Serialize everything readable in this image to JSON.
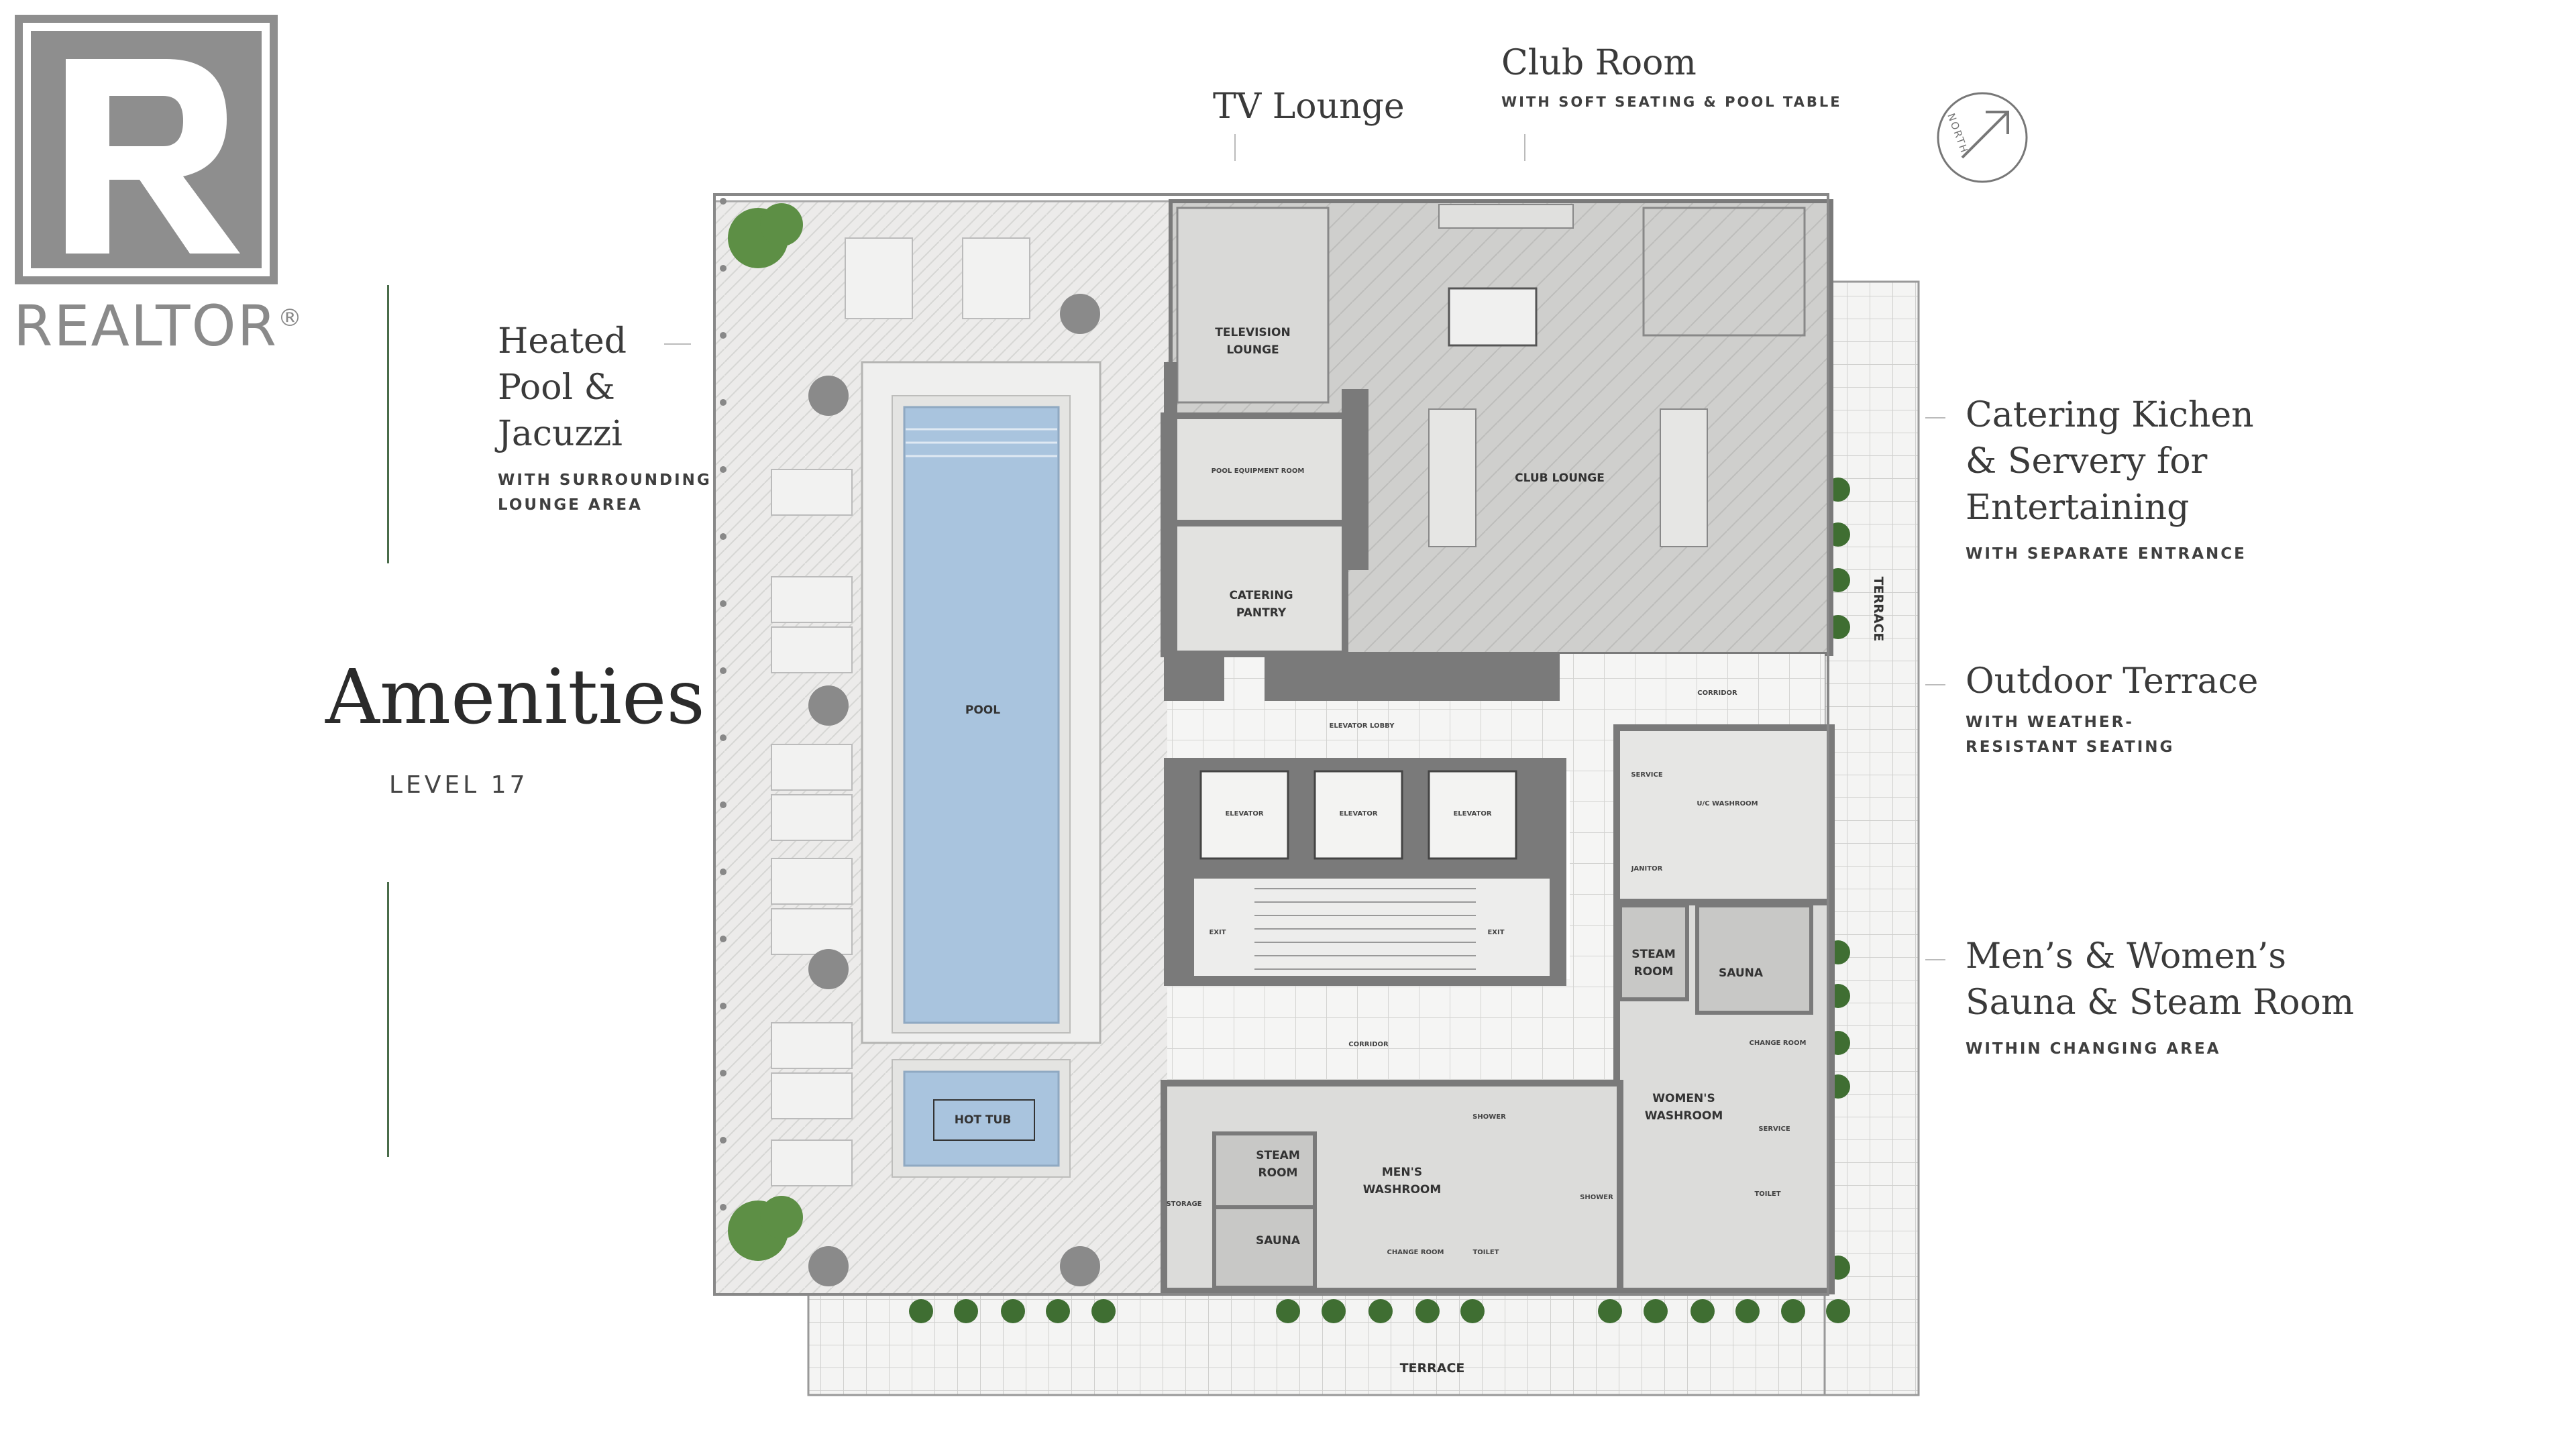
{
  "logo": {
    "text": "REALTOR",
    "mark": "®"
  },
  "title": {
    "main": "Amenities",
    "level": "LEVEL 17"
  },
  "compass": {
    "label": "NORTH"
  },
  "callouts": {
    "tv_lounge": {
      "title": "TV Lounge"
    },
    "club_room": {
      "title": "Club Room",
      "sub": "WITH SOFT SEATING & POOL TABLE"
    },
    "pool": {
      "title_1": "Heated",
      "title_2": "Pool &",
      "title_3": "Jacuzzi",
      "sub_1": "WITH SURROUNDING",
      "sub_2": "LOUNGE AREA"
    },
    "catering": {
      "title_1": "Catering Kichen",
      "title_2": "& Servery for",
      "title_3": "Entertaining",
      "sub": "WITH SEPARATE ENTRANCE"
    },
    "terrace": {
      "title": "Outdoor Terrace",
      "sub_1": "WITH WEATHER-",
      "sub_2": "RESISTANT SEATING"
    },
    "sauna": {
      "title_1": "Men’s & Women’s",
      "title_2": "Sauna & Steam Room",
      "sub": "WITHIN CHANGING AREA"
    }
  },
  "rooms": {
    "pool": "POOL",
    "hot_tub": "HOT TUB",
    "television_lounge_1": "TELEVISION",
    "television_lounge_2": "LOUNGE",
    "club_lounge": "CLUB LOUNGE",
    "pool_equipment": "POOL EQUIPMENT ROOM",
    "catering_pantry_1": "CATERING",
    "catering_pantry_2": "PANTRY",
    "elevator_lobby": "ELEVATOR LOBBY",
    "corridor_top": "CORRIDOR",
    "corridor_mid": "CORRIDOR",
    "elevator_1": "ELEVATOR",
    "elevator_2": "ELEVATOR",
    "elevator_3": "ELEVATOR",
    "exit_left": "EXIT",
    "exit_right": "EXIT",
    "service": "SERVICE",
    "janitor": "JANITOR",
    "uw_washroom": "U/C WASHROOM",
    "steam_room_r_1": "STEAM",
    "steam_room_r_2": "ROOM",
    "sauna_r": "SAUNA",
    "change_room_r": "CHANGE ROOM",
    "womens_washroom_1": "WOMEN'S",
    "womens_washroom_2": "WASHROOM",
    "service_2": "SERVICE",
    "shower_r": "SHOWER",
    "toilet_r": "TOILET",
    "steam_room_l_1": "STEAM",
    "steam_room_l_2": "ROOM",
    "sauna_l": "SAUNA",
    "mens_washroom_1": "MEN'S",
    "mens_washroom_2": "WASHROOM",
    "shower_l": "SHOWER",
    "change_room_l": "CHANGE ROOM",
    "toilet_l": "TOILET",
    "storage": "STORAGE",
    "terrace_bottom": "TERRACE",
    "terrace_right": "TERRACE"
  },
  "colors": {
    "wall": "#7a7a7a",
    "pool": "#a9c4de",
    "floor": "#e8e8e6",
    "lounge": "#cfcfcd",
    "green": "#4a7a3a"
  }
}
